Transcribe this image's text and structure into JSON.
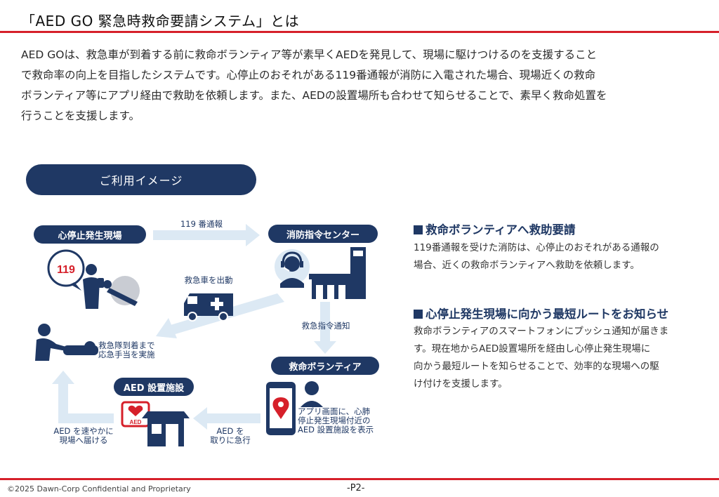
{
  "header": {
    "title": "「AED GO  緊急時救命要請システム」とは"
  },
  "intro": {
    "lines": [
      "AED GOは、救急車が到着する前に救命ボランティア等が素早くAEDを発見して、現場に駆けつけるのを支援すること",
      "で救命率の向上を目指したシステムです。心停止のおそれがある119番通報が消防に入電された場合、現場近くの救命",
      "ボランティア等にアプリ経由で救助を依頼します。また、AEDの設置場所も合わせて知らせることで、素早く救命処置を",
      "行うことを支援します。"
    ]
  },
  "usage_label": "ご利用イメージ",
  "diagram": {
    "badges": {
      "scene": "心停止発生現場",
      "center": "消防指令センター",
      "volunteer": "救命ボランティア",
      "aed_site": "AED 設置施設"
    },
    "flow_labels": {
      "call": "119 番通報",
      "dispatch": "救急車を出動",
      "notify": "救急指令通知",
      "arrival": [
        "救急隊到着まで",
        "応急手当を実施"
      ],
      "app": [
        "アプリ画面に、心肺",
        "停止発生現場付近の",
        "AED 設置施設を表示"
      ],
      "fetch": [
        "AED を",
        "取りに急行"
      ],
      "deliver": [
        "AED を速やかに",
        "現場へ届ける"
      ]
    },
    "icon_text": {
      "phone_number": "119",
      "aed_box": "AED"
    }
  },
  "sections": [
    {
      "heading": "救命ボランティアへ救助要請",
      "lines": [
        "119番通報を受けた消防は、心停止のおそれがある通報の",
        "場合、近くの救命ボランティアへ救助を依頼します。"
      ]
    },
    {
      "heading": "心停止発生現場に向かう最短ルートをお知らせ",
      "lines": [
        "救命ボランティアのスマートフォンにプッシュ通知が届きま",
        "す。現在地からAED設置場所を経由し心停止発生現場に",
        "向かう最短ルートを知らせることで、効率的な現場への駆",
        "け付けを支援します。"
      ]
    }
  ],
  "footer": {
    "copyright": "©2025 Dawn-Corp Confidential and Proprietary",
    "page": "-P2-"
  },
  "colors": {
    "navy": "#1f3864",
    "accent_red": "#d6202a",
    "arrow_light": "#dce9f4"
  }
}
